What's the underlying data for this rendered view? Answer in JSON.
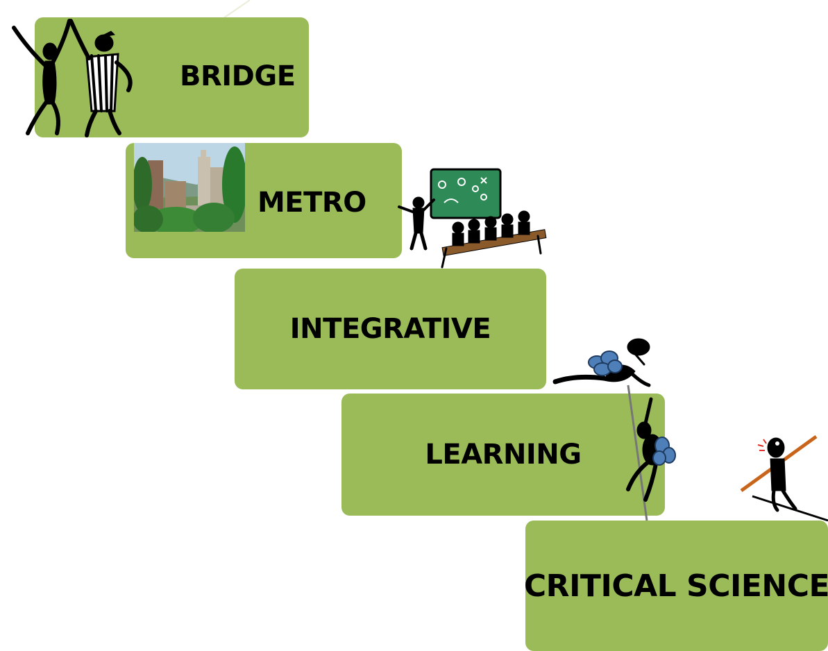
{
  "steps": [
    {
      "id": "bridge",
      "label": "BRIDGE"
    },
    {
      "id": "metro",
      "label": "METRO"
    },
    {
      "id": "integrative",
      "label": "INTEGRATIVE"
    },
    {
      "id": "learning",
      "label": "LEARNING"
    },
    {
      "id": "critical",
      "label": "CRITICAL SCIENCE"
    }
  ],
  "colors": {
    "step_fill": "#9bbb59",
    "text": "#000000",
    "chalkboard": "#2e8b57",
    "pack": "#4f7fb8",
    "pole": "#c8651b"
  },
  "illustrations": [
    "high-five-figures",
    "city-photo",
    "coach-chalkboard-class",
    "climber-on-rope",
    "tightrope-walker"
  ]
}
